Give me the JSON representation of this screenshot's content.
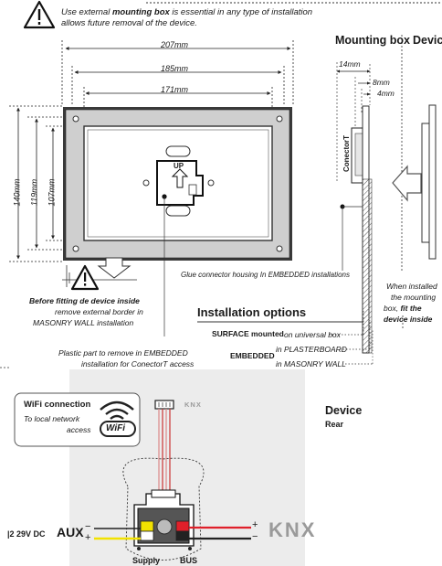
{
  "header": {
    "note_prefix": "Use external ",
    "note_bold": "mounting box",
    "note_suffix": " is essential in any type of installation",
    "note_line2": "allows future removal of the device."
  },
  "dimensions": {
    "w207": "207mm",
    "w185": "185mm",
    "w171": "171mm",
    "h140": "140mm",
    "h119": "119mm",
    "h107": "107mm",
    "d14": "14mm",
    "d8": "8mm",
    "d4": "4mm"
  },
  "labels": {
    "mounting_box": "Mounting box",
    "device_col": "Device",
    "up": "UP",
    "conectort": "ConectorT",
    "glue_note": "Glue connector housing In EMBEDDED installations",
    "warn_title": "Before fitting de device inside",
    "warn_line2": "remove external border in",
    "warn_line3": "MASONRY WALL installation",
    "plastic_line1": "Plastic part to remove in EMBEDDED",
    "plastic_line2": "installation for ConectorT access",
    "when_line1": "When installed",
    "when_line2": "the mounting",
    "when_line3_prefix": "box, ",
    "when_line3_bold": "fit the",
    "when_line4": "device inside"
  },
  "options": {
    "title": "Installation options",
    "surface_label": "SURFACE mounted",
    "surface_desc": "on universal box",
    "embedded_label": "EMBEDDED",
    "plasterboard": "in PLASTERBOARD",
    "masonry": "in MASONRY WALL"
  },
  "wifi": {
    "title": "WiFi connection",
    "desc1": "To local network",
    "desc2": "access",
    "logo_text": "WiFi"
  },
  "rear": {
    "device": "Device",
    "rear": "Rear",
    "knx_small": "KNX",
    "knx_big": "KNX",
    "power": "|2  29V DC",
    "aux": "AUX",
    "minus": "−",
    "plus": "+",
    "supply": "Supply",
    "bus": "BUS"
  },
  "colors": {
    "panel_gray": "#cfcfcf",
    "wire_red": "#e0202a",
    "wire_yellow": "#f2e200",
    "knx_gray": "#9a9a9a"
  }
}
